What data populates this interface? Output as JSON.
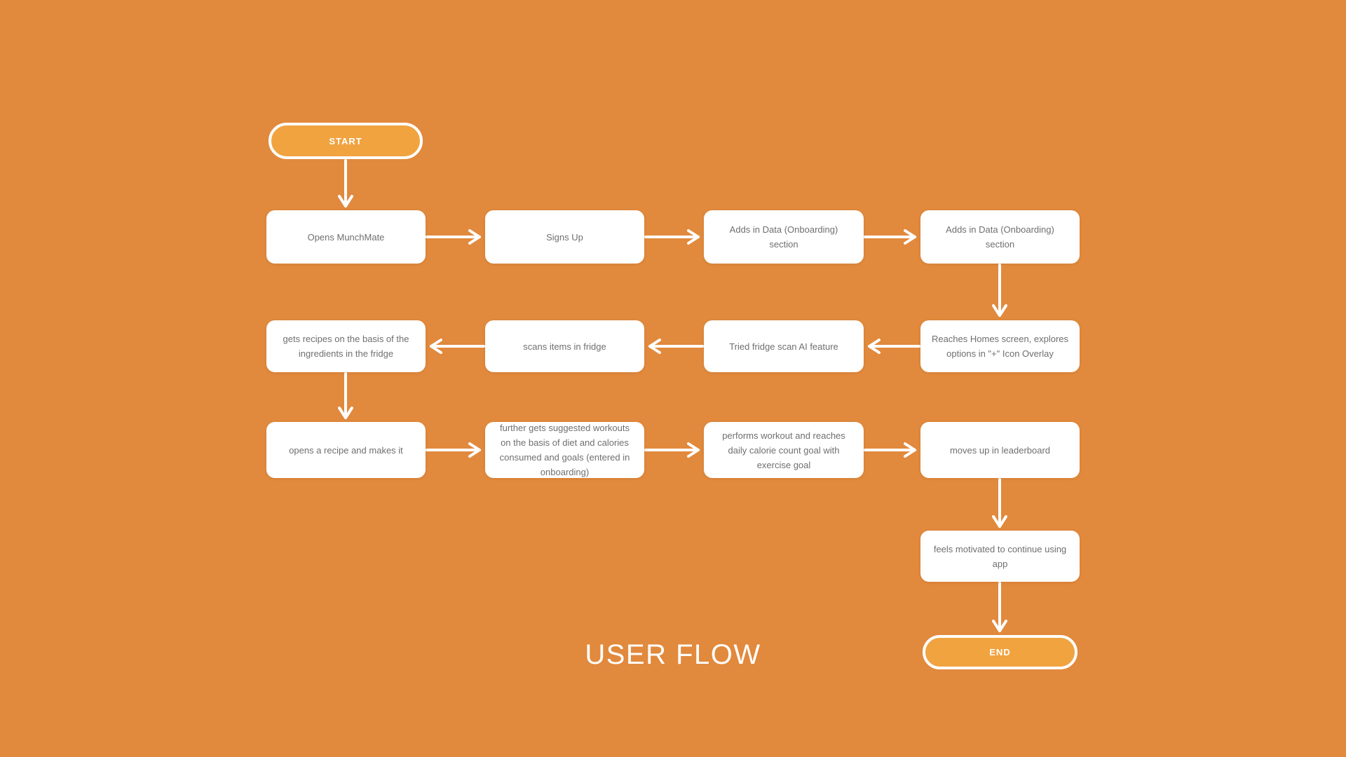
{
  "title": "USER FLOW",
  "colors": {
    "background": "#E1893C",
    "pill_fill": "#F0A33F",
    "pill_border": "#FFFFFF",
    "node_fill": "#FFFFFF",
    "node_text": "#6F6F6F",
    "arrow": "#FFFFFF",
    "title_text": "#FFFFFF"
  },
  "flow": {
    "start_label": "START",
    "end_label": "END",
    "nodes": [
      {
        "id": "opens-munchmate",
        "label": "Opens MunchMate"
      },
      {
        "id": "signs-up",
        "label": "Signs Up"
      },
      {
        "id": "adds-data-onboarding-1",
        "label": "Adds in Data (Onboarding) section"
      },
      {
        "id": "adds-data-onboarding-2",
        "label": "Adds in Data (Onboarding) section"
      },
      {
        "id": "reaches-home-screen",
        "label": "Reaches Homes screen, explores options in \"+\" Icon Overlay"
      },
      {
        "id": "tried-fridge-scan",
        "label": "Tried fridge scan AI feature"
      },
      {
        "id": "scans-items-fridge",
        "label": "scans items in fridge"
      },
      {
        "id": "gets-recipes",
        "label": "gets recipes on the basis of the ingredients in the fridge"
      },
      {
        "id": "opens-recipe",
        "label": "opens a recipe and makes it"
      },
      {
        "id": "suggested-workouts",
        "label": "further gets suggested workouts on the basis of diet and calories consumed and goals (entered in onboarding)"
      },
      {
        "id": "performs-workout",
        "label": "performs workout and reaches daily calorie count goal with exercise goal"
      },
      {
        "id": "moves-up-leaderboard",
        "label": "moves up in leaderboard"
      },
      {
        "id": "feels-motivated",
        "label": "feels motivated to continue using app"
      }
    ],
    "edges": [
      {
        "from": "start",
        "to": "opens-munchmate"
      },
      {
        "from": "opens-munchmate",
        "to": "signs-up"
      },
      {
        "from": "signs-up",
        "to": "adds-data-onboarding-1"
      },
      {
        "from": "adds-data-onboarding-1",
        "to": "adds-data-onboarding-2"
      },
      {
        "from": "adds-data-onboarding-2",
        "to": "reaches-home-screen"
      },
      {
        "from": "reaches-home-screen",
        "to": "tried-fridge-scan"
      },
      {
        "from": "tried-fridge-scan",
        "to": "scans-items-fridge"
      },
      {
        "from": "scans-items-fridge",
        "to": "gets-recipes"
      },
      {
        "from": "gets-recipes",
        "to": "opens-recipe"
      },
      {
        "from": "opens-recipe",
        "to": "suggested-workouts"
      },
      {
        "from": "suggested-workouts",
        "to": "performs-workout"
      },
      {
        "from": "performs-workout",
        "to": "moves-up-leaderboard"
      },
      {
        "from": "moves-up-leaderboard",
        "to": "feels-motivated"
      },
      {
        "from": "feels-motivated",
        "to": "end"
      }
    ]
  }
}
